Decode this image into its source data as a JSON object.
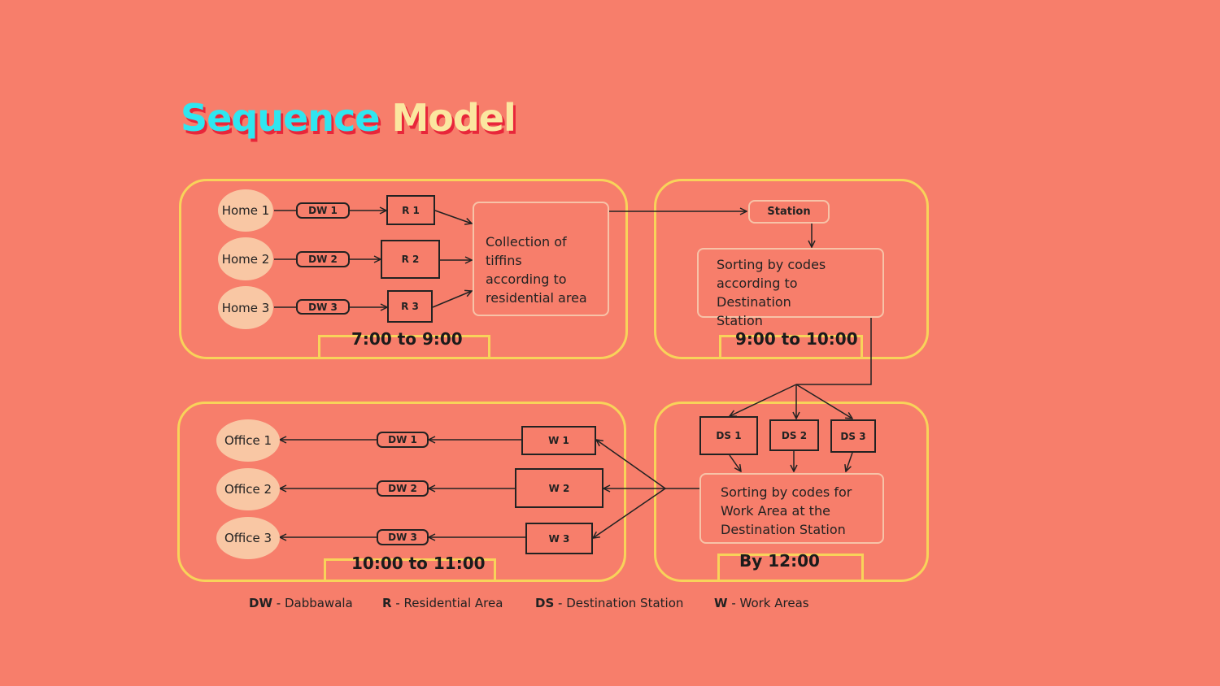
{
  "title": {
    "word1": "Sequence",
    "word2": "Model"
  },
  "panels": {
    "collection": {
      "time": "7:00 to 9:00",
      "homes": [
        "Home 1",
        "Home 2",
        "Home 3"
      ],
      "dabbawalas": [
        "DW 1",
        "DW 2",
        "DW 3"
      ],
      "residential": [
        "R 1",
        "R 2",
        "R 3"
      ],
      "box_lines": [
        "Collection of tiffins",
        "according to",
        "residential area"
      ]
    },
    "station": {
      "time": "9:00 to 10:00",
      "station_label": "Station",
      "box_lines": [
        "Sorting by codes",
        "according to Destination",
        "Station"
      ]
    },
    "destination": {
      "time": "By 12:00",
      "stations": [
        "DS 1",
        "DS 2",
        "DS 3"
      ],
      "box_lines": [
        "Sorting by codes for",
        "Work Area at the",
        "Destination Station"
      ]
    },
    "delivery": {
      "time": "10:00 to 11:00",
      "offices": [
        "Office 1",
        "Office 2",
        "Office 3"
      ],
      "dabbawalas": [
        "DW 1",
        "DW 2",
        "DW 3"
      ],
      "work_areas": [
        "W 1",
        "W 2",
        "W 3"
      ]
    }
  },
  "legend": [
    {
      "abbr": "DW",
      "sep": " - ",
      "meaning": "Dabbawala"
    },
    {
      "abbr": "R",
      "sep": " - ",
      "meaning": "Residential Area"
    },
    {
      "abbr": "DS",
      "sep": " - ",
      "meaning": "Destination Station"
    },
    {
      "abbr": "W",
      "sep": " - ",
      "meaning": "Work Areas"
    }
  ],
  "colors": {
    "background": "#f77e6b",
    "panel_border": "#f8d35a",
    "ellipse_fill": "#f9c7a4",
    "title_cyan": "#2fe6f0",
    "title_cream": "#fbe7a0",
    "title_shadow": "#e8263a"
  }
}
